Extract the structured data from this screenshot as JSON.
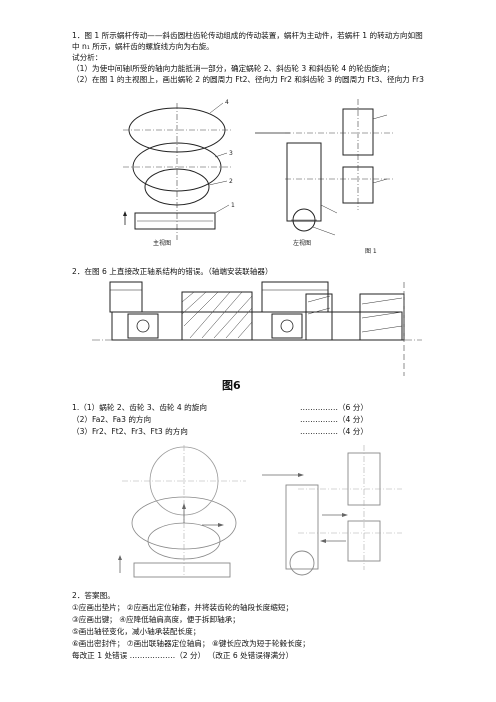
{
  "q1": {
    "line1": "1．图 1 所示蜗杆传动——斜齿圆柱齿轮传动组成的传动装置，蜗杆为主动件，若蜗杆 1 的转动方向如图",
    "line2": "中 n₁ 所示，蜗杆齿的螺旋线方向为右旋。",
    "line3": "试分析：",
    "line4": "（1）为使中间轴Ⅰ所受的轴向力能抵消一部分，确定蜗轮 2、斜齿轮 3 和斜齿轮 4 的轮齿旋向；",
    "line5": "（2）在图 1 的主视图上，画出蜗轮 2 的圆周力 Ft2、径向力 Fr2 和斜齿轮 3 的圆周力 Ft3、径向力 Fr3"
  },
  "fig1": {
    "left_caption": "主视图",
    "right_caption": "左视图",
    "caption": "图 1",
    "labels": [
      "4",
      "3",
      "2",
      "1"
    ]
  },
  "q2": {
    "line1": "2．在图 6 上直接改正轴系结构的错误。（轴端安装联轴器）"
  },
  "fig6": {
    "caption": "图6"
  },
  "answers": {
    "a1": "1.（1）蜗轮 2、齿轮 3、齿轮 4 的旋向",
    "a1_score": "……………（6 分）",
    "a2": "（2）Fa2、Fa3 的方向",
    "a2_score": "……………（4 分）",
    "a3": "（3）Fr2、Ft2、Fr3、Ft3 的方向",
    "a3_score": "……………（4 分）"
  },
  "answer2": {
    "title": "2．答案图。",
    "l1": "①应画出垫片；        ②应画出定位轴套，并将装齿轮的轴段长度缩短；",
    "l2": "③应画出键；          ④应降低轴肩高度，便于拆卸轴承；",
    "l3": "⑤画出轴径变化，减小轴承装配长度；",
    "l4": "⑥画出密封件；        ⑦画出联轴器定位轴肩；    ⑧键长应改为短于轮毂长度；",
    "l5": "每改正 1 处错误  ………………（2 分）      （改正 6 处错误得满分）"
  }
}
